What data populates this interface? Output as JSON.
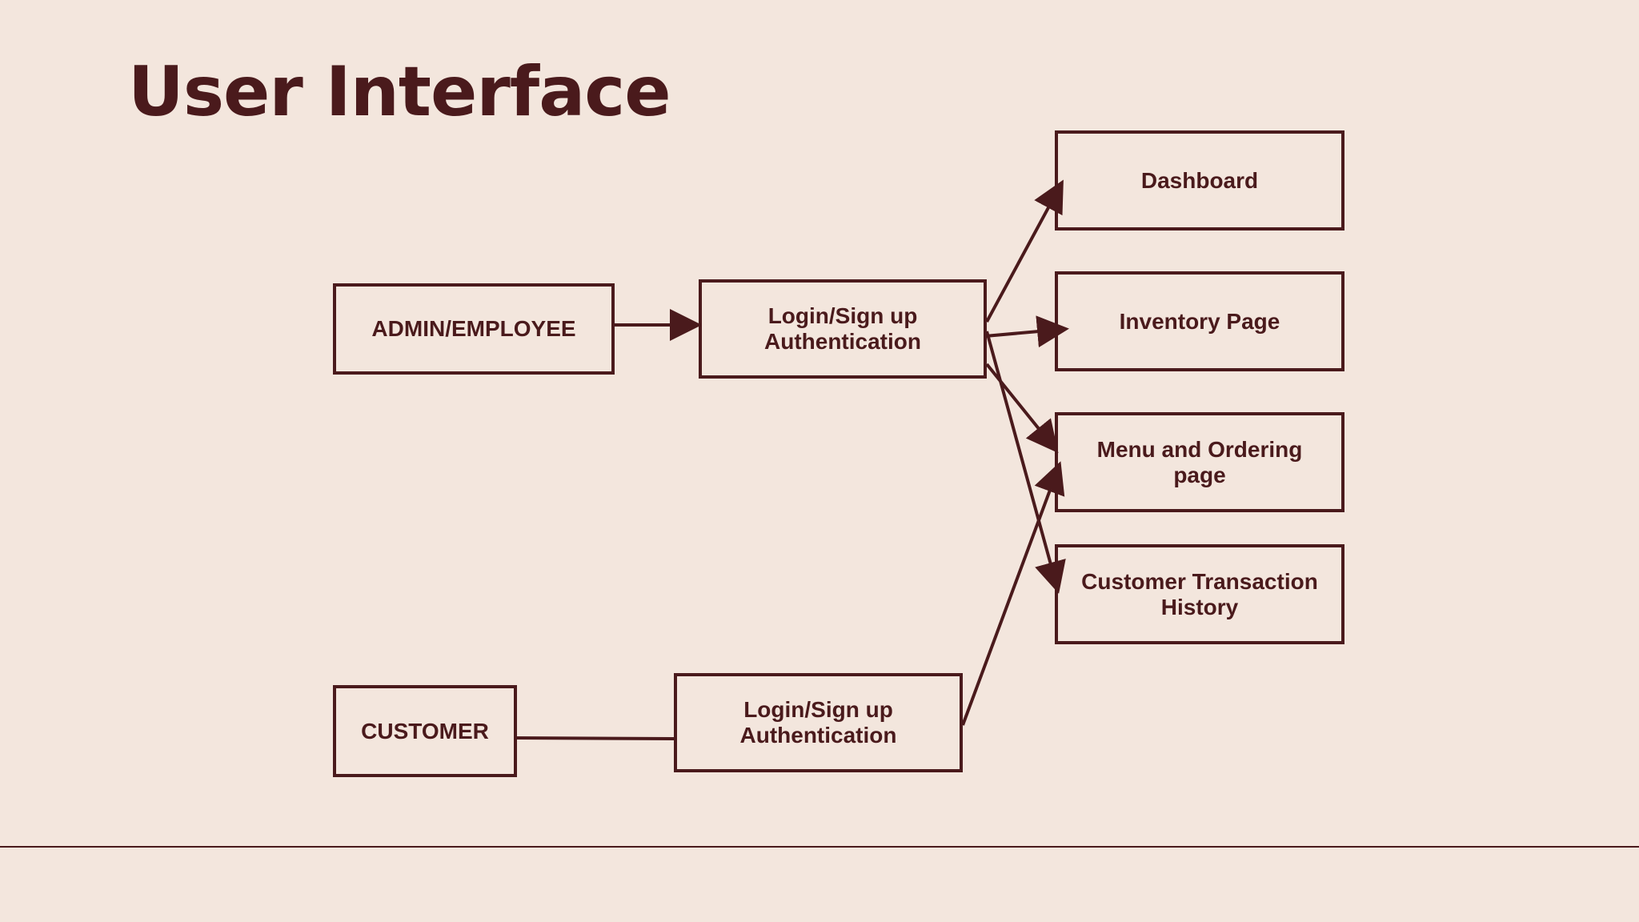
{
  "title": "User Interface",
  "colors": {
    "background": "#F3E6DD",
    "ink": "#4A1A1C"
  },
  "nodes": {
    "admin": "ADMIN/EMPLOYEE",
    "login_admin": "Login/Sign up\nAuthentication",
    "customer": "CUSTOMER",
    "login_customer": "Login/Sign up\nAuthentication",
    "dashboard": "Dashboard",
    "inventory": "Inventory Page",
    "menu": "Menu and Ordering\npage",
    "history": "Customer Transaction\nHistory"
  }
}
